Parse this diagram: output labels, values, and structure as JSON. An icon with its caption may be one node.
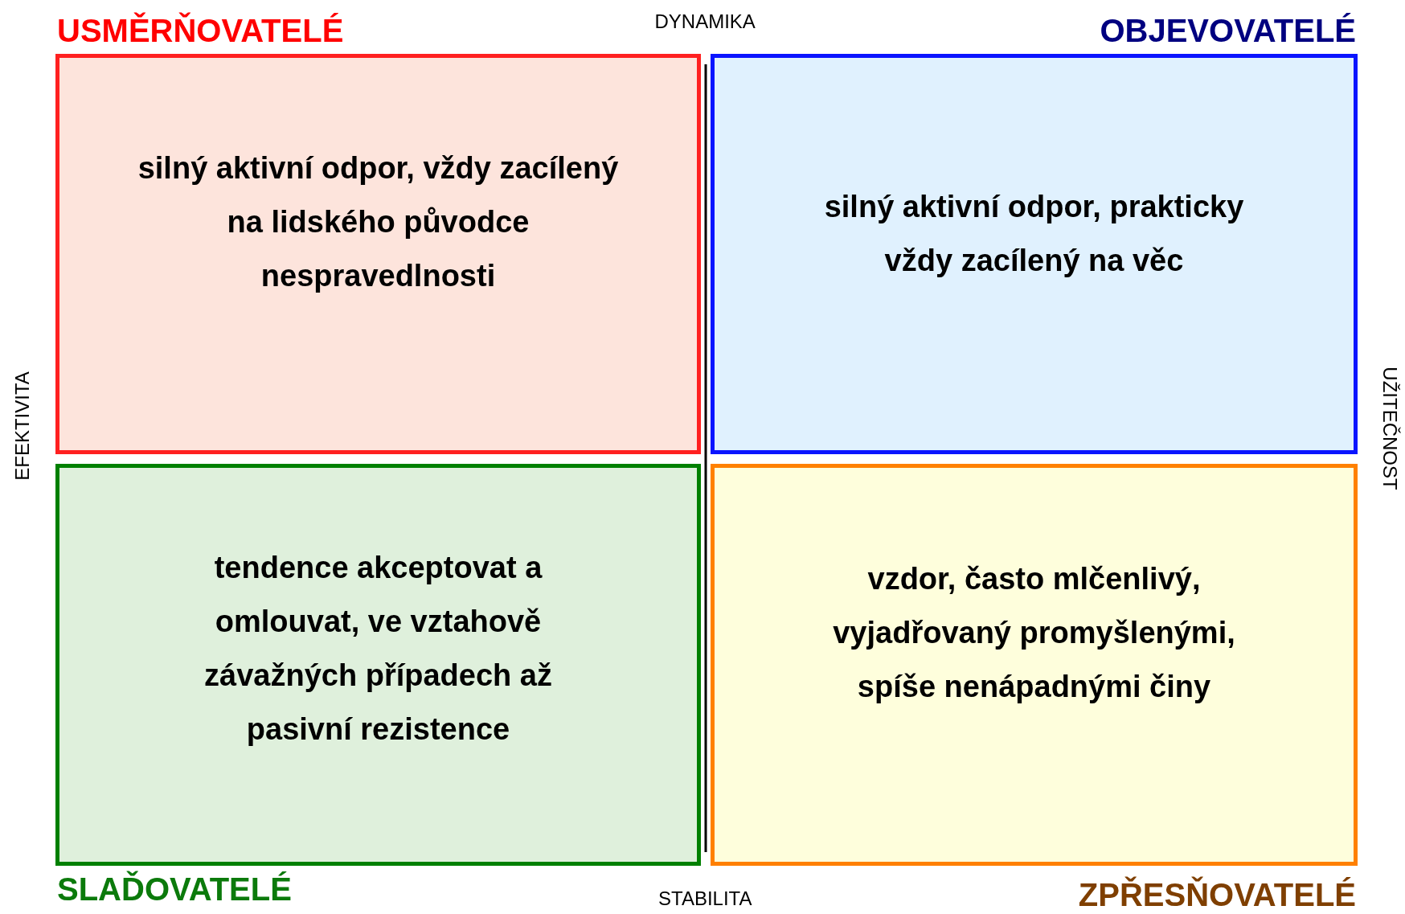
{
  "diagram": {
    "nodes": [
      {
        "text": [
          "USMĚRŇOVATELÉ",
          "silný aktivní odpor, vždy zacílený na lidského původce nespravedlnosti"
        ]
      },
      {
        "text": [
          "OBJEVOVATELÉ",
          "silný aktivní odpor, prakticky vždy zacílený na věc"
        ]
      },
      {
        "text": [
          "tendence akceptovat a omlouvat, ve vztahově závažných případech až pasivní rezistence",
          "SLAĎOVATELÉ"
        ]
      },
      {
        "text": [
          "vzdor, často mlčenlivý, vyjadřovaný promyšlenými, spíše nenápadnými činy",
          "ZPŘESŇOVATELÉ"
        ]
      }
    ],
    "labels": [
      "DYNAMIKA",
      "EFEKTIVITA",
      "UŽITEČNOST",
      "STABILITA"
    ]
  }
}
